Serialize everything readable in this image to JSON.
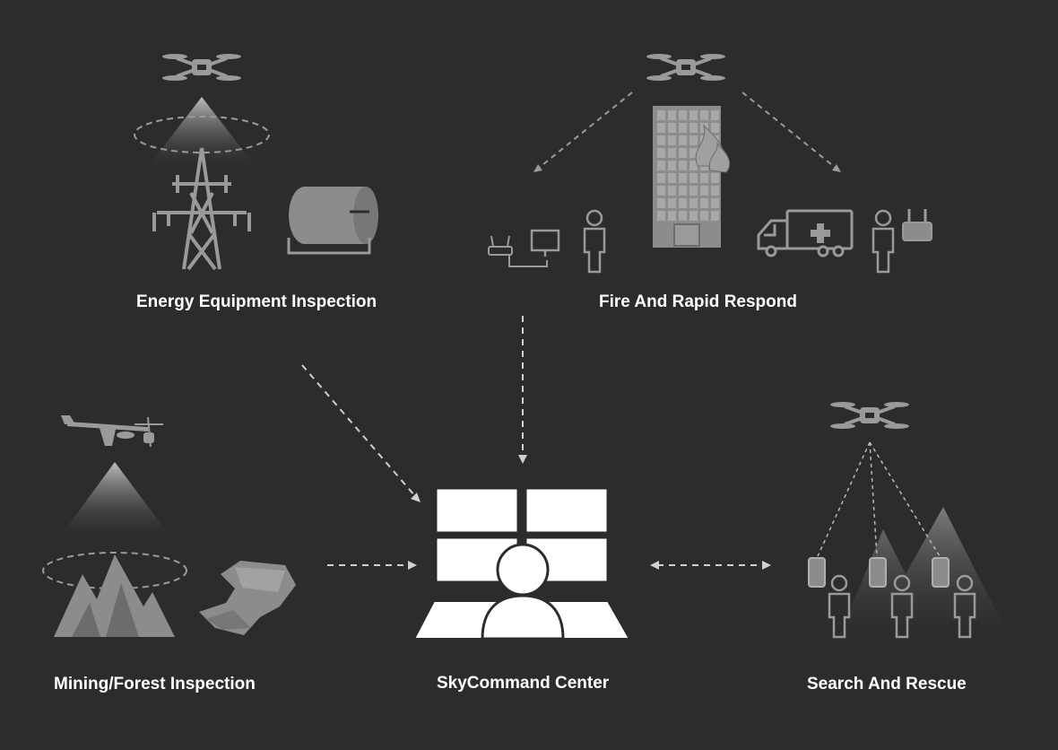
{
  "nodes": {
    "energy": {
      "label": "Energy Equipment Inspection"
    },
    "fire": {
      "label": "Fire And Rapid Respond"
    },
    "mining": {
      "label": "Mining/Forest Inspection"
    },
    "center": {
      "label": "SkyCommand Center"
    },
    "search": {
      "label": "Search And Rescue"
    }
  },
  "colors": {
    "background": "#2b2c2c",
    "icon_gray": "#8c8c8c",
    "line_gray": "#9a9a9a",
    "text": "#ffffff"
  },
  "icons": [
    "drone-icon",
    "power-tower-icon",
    "cable-drum-icon",
    "building-fire-icon",
    "router-icon",
    "monitor-icon",
    "person-icon",
    "ambulance-icon",
    "remote-controller-icon",
    "fixed-wing-drone-icon",
    "mountain-icon",
    "rock-pile-icon",
    "phone-icon",
    "video-wall-icon",
    "operator-icon"
  ]
}
